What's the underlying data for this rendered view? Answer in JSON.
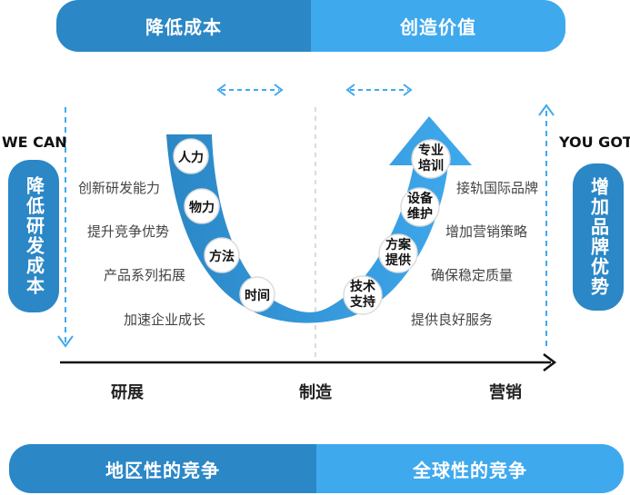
{
  "top_bar": {
    "left": "降低成本",
    "right": "创造价值"
  },
  "bottom_bar": {
    "left": "地区性的竞争",
    "right": "全球性的竞争"
  },
  "side_left": "降低研发成本",
  "side_right": "增加品牌优势",
  "we_can": "WE CAN",
  "you_got": "YOU GOT",
  "left_items": [
    "创新研发能力",
    "提升竞争优势",
    "产品系列拓展",
    "加速企业成长"
  ],
  "right_items": [
    "接轨国际品牌",
    "增加营销策略",
    "确保稳定质量",
    "提供良好服务"
  ],
  "left_circles": [
    "人力",
    "物力",
    "方法",
    "时间"
  ],
  "right_circles": [
    {
      "line1": "专业",
      "line2": "培训"
    },
    {
      "line1": "设备",
      "line2": "维护"
    },
    {
      "line1": "方案",
      "line2": "提供"
    },
    {
      "line1": "技术",
      "line2": "支持"
    }
  ],
  "axis": {
    "left": "研展",
    "middle": "制造",
    "right": "营销"
  },
  "colors": {
    "dark_blue": "#2b87c6",
    "light_blue": "#3fa9ee"
  }
}
